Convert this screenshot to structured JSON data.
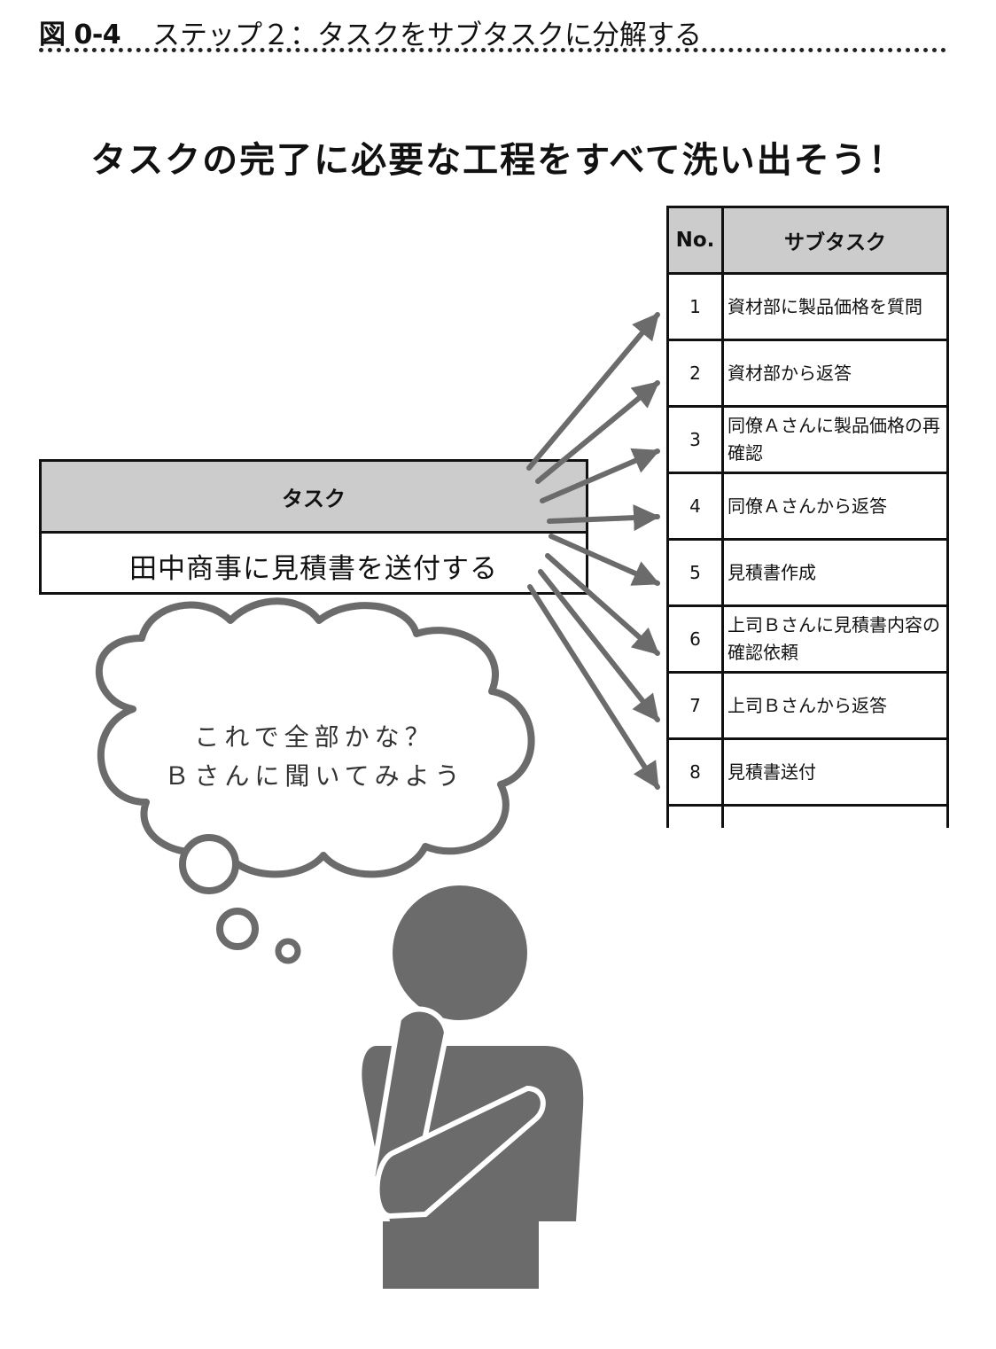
{
  "figure": {
    "number": "図 0-4",
    "title": "ステップ２：タスクをサブタスクに分解する"
  },
  "headline": "タスクの完了に必要な工程をすべて洗い出そう！",
  "task": {
    "header": "タスク",
    "value": "田中商事に見積書を送付する"
  },
  "subtasks": {
    "headers": {
      "no": "No.",
      "name": "サブタスク"
    },
    "rows": [
      {
        "no": "1",
        "text": "資材部に製品価格を質問"
      },
      {
        "no": "2",
        "text": "資材部から返答"
      },
      {
        "no": "3",
        "text": "同僚Ａさんに製品価格の再確認"
      },
      {
        "no": "4",
        "text": "同僚Ａさんから返答"
      },
      {
        "no": "5",
        "text": "見積書作成"
      },
      {
        "no": "6",
        "text": "上司Ｂさんに見積書内容の確認依頼"
      },
      {
        "no": "7",
        "text": "上司Ｂさんから返答"
      },
      {
        "no": "8",
        "text": "見積書送付"
      }
    ]
  },
  "thought": {
    "line1": "これで全部かな？",
    "line2": "Ｂさんに聞いてみよう"
  },
  "colors": {
    "arrow": "#6b6b6b",
    "figure": "#6b6b6b",
    "header_fill": "#cccccc"
  },
  "icons": [
    "thought-bubble-icon",
    "thinking-person-icon"
  ]
}
